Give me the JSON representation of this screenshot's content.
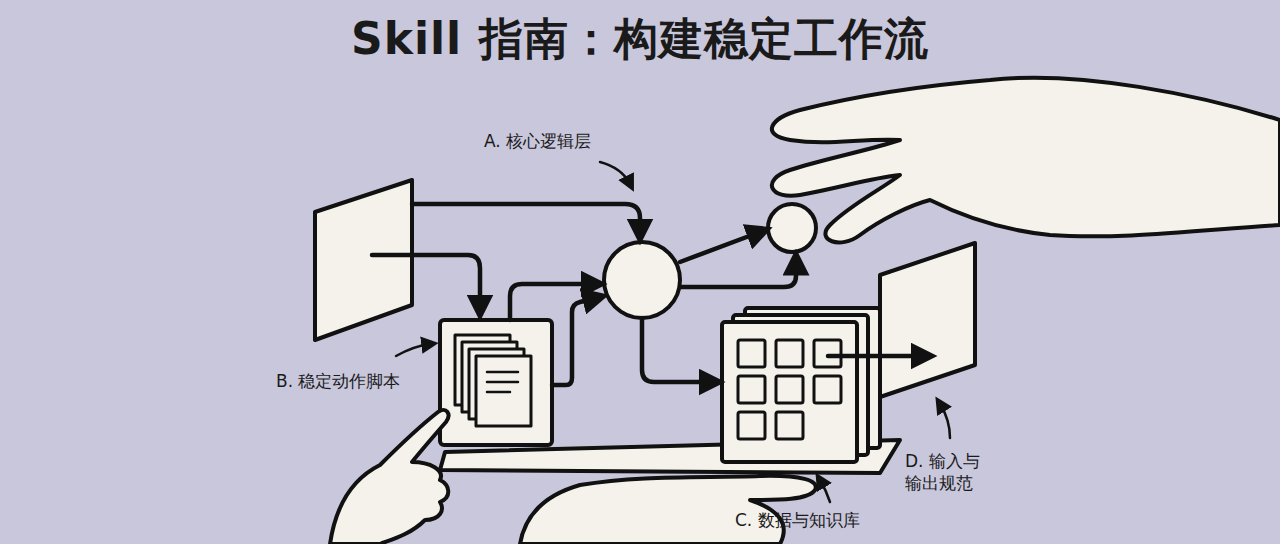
{
  "diagram": {
    "title": "Skill 指南：构建稳定工作流",
    "labels": [
      "A. 核心逻辑层",
      "B. 稳定动作脚本",
      "C. 数据与知识库",
      "D. 输入与 输出规范"
    ]
  }
}
